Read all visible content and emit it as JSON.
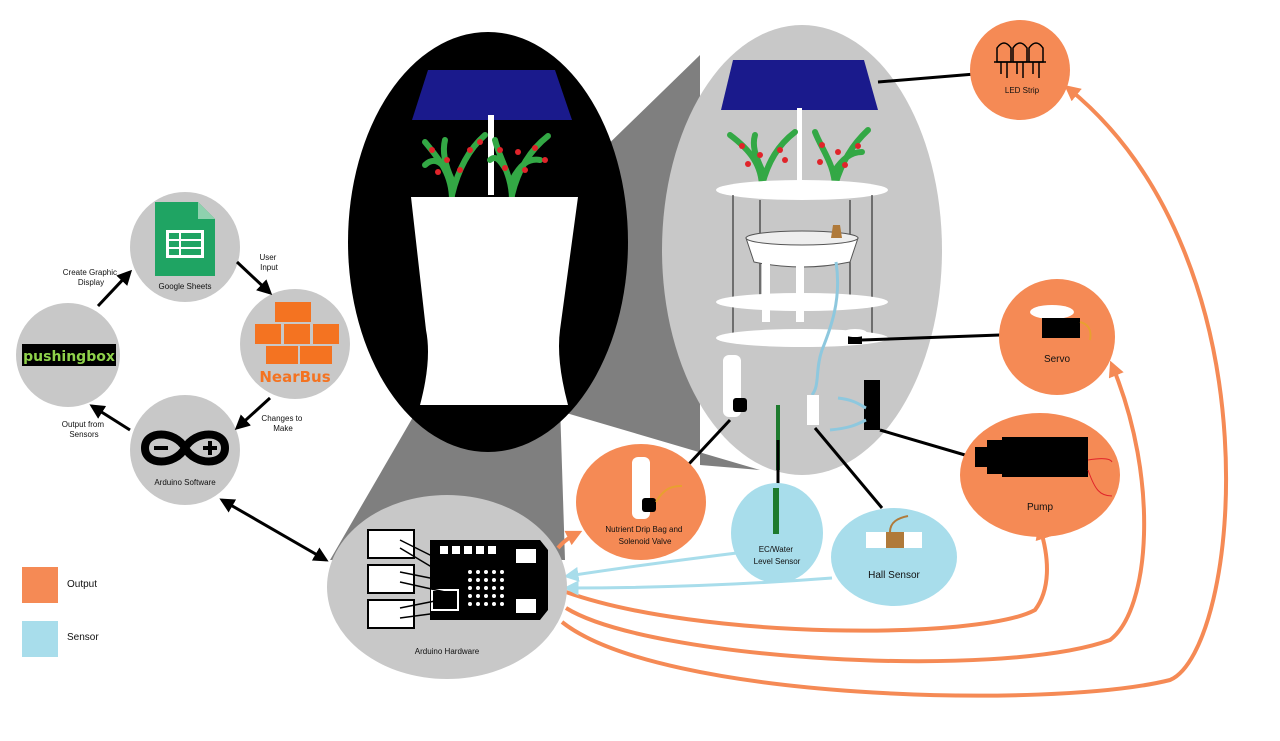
{
  "colors": {
    "output": "#F58A55",
    "sensor": "#A8DDEB",
    "gray": "#C8C8C8",
    "dark_gray": "#7F7F7F",
    "black": "#000000",
    "lamp": "#1A1A8C",
    "plant": "#33A845",
    "fruit": "#E0242A",
    "nearbus": "#F47321",
    "sheets": "#1FA463"
  },
  "software_loop": {
    "google_sheets": "Google Sheets",
    "nearbus_logo": "NearBus",
    "arduino_software": "Arduino Software",
    "pushingbox_logo": "pushingbox",
    "edge_user_input": [
      "User",
      "Input"
    ],
    "edge_changes_to_make": [
      "Changes to",
      "Make"
    ],
    "edge_output_from_sensors": [
      "Output from",
      "Sensors"
    ],
    "edge_create_graphic_display": [
      "Create Graphic",
      "Display"
    ]
  },
  "hardware": {
    "arduino_hardware": "Arduino Hardware"
  },
  "components": {
    "led_strip": "LED Strip",
    "servo": "Servo",
    "pump": "Pump",
    "drip_bag": [
      "Nutrient Drip Bag and",
      "Solenoid Valve"
    ],
    "ec_sensor": [
      "EC/Water",
      "Level Sensor"
    ],
    "hall_sensor": "Hall Sensor"
  },
  "legend": {
    "output": "Output",
    "sensor": "Sensor"
  },
  "icons": {
    "led": "led-icon",
    "servo": "servo-icon",
    "pump": "pump-icon",
    "sheets": "google-sheets-icon",
    "arduino": "arduino-infinity-icon"
  }
}
